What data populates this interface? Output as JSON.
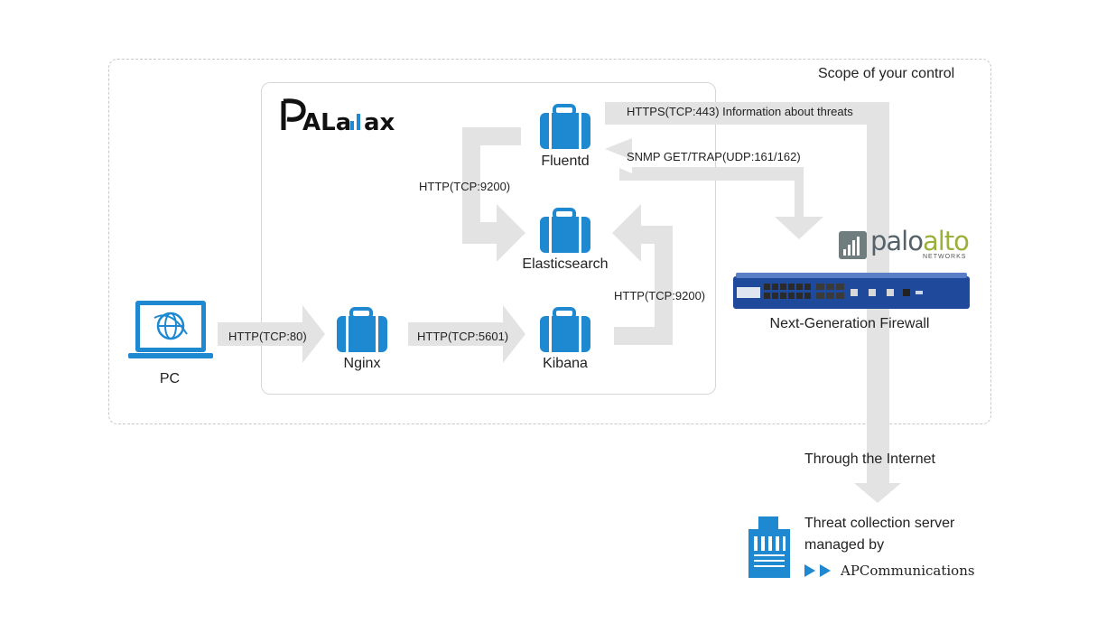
{
  "scope_label": "Scope of your control",
  "logo_palallax": "PALa▐ax",
  "nodes": {
    "fluentd": "Fluentd",
    "elasticsearch": "Elasticsearch",
    "kibana": "Kibana",
    "nginx": "Nginx",
    "pc": "PC",
    "firewall": "Next-Generation Firewall"
  },
  "edges": {
    "https_threats": "HTTPS(TCP:443) Information about threats",
    "snmp": "SNMP GET/TRAP(UDP:161/162)",
    "fluentd_es": "HTTP(TCP:9200)",
    "kibana_es": "HTTP(TCP:9200)",
    "pc_nginx": "HTTP(TCP:80)",
    "nginx_kibana": "HTTP(TCP:5601)",
    "internet": "Through the Internet"
  },
  "threat_server": {
    "line1": "Threat collection server",
    "line2": "managed by",
    "company": "APCommunications"
  },
  "paloalto_logo": {
    "palo": "palo",
    "alto": "alto",
    "networks": "NETWORKS"
  },
  "colors": {
    "arrow": "#e3e3e3",
    "icon_blue": "#1e88d1",
    "firewall_blue": "#1f4a9c",
    "paloalto_green": "#9ab03a"
  }
}
